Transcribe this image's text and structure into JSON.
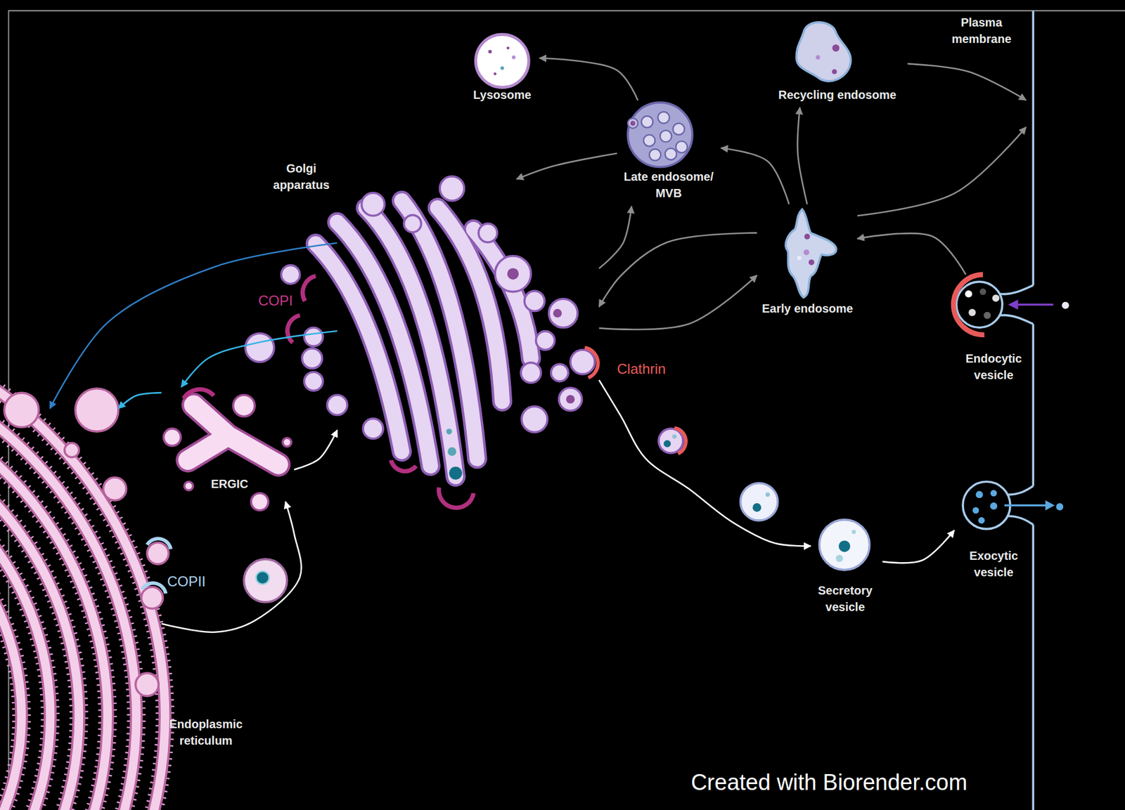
{
  "diagram": {
    "nodes": [
      {
        "text": [
          "Plasma membrane"
        ]
      },
      {
        "text": [
          "Lysosome"
        ]
      },
      {
        "text": [
          "Recycling endosome"
        ]
      },
      {
        "text": [
          "Golgi apparatus"
        ]
      },
      {
        "text": [
          "Late endosome/ MVB"
        ]
      },
      {
        "text": [
          "Early endosome"
        ]
      },
      {
        "text": [
          "Endocytic vesicle"
        ]
      },
      {
        "text": [
          "ERGIC"
        ]
      },
      {
        "text": [
          "Exocytic vesicle"
        ]
      },
      {
        "text": [
          "Secretory vesicle"
        ]
      },
      {
        "text": [
          "Endoplasmic reticulum"
        ]
      }
    ],
    "edges": [
      {
        "from": 4,
        "to": 1,
        "arrow": "to"
      },
      {
        "from": 4,
        "to": 3,
        "arrow": "to"
      },
      {
        "from": 3,
        "to": 4,
        "arrow": "to"
      },
      {
        "from": 5,
        "to": 4,
        "arrow": "to"
      },
      {
        "from": 5,
        "to": 2,
        "arrow": "to"
      },
      {
        "from": 2,
        "to": 0,
        "arrow": "to"
      },
      {
        "from": 5,
        "to": 0,
        "arrow": "to"
      },
      {
        "from": 6,
        "to": 5,
        "arrow": "to"
      },
      {
        "from": 5,
        "to": 3,
        "arrow": "to"
      },
      {
        "from": 3,
        "to": 5,
        "arrow": "to"
      },
      {
        "from": 3,
        "to": 10,
        "arrow": "to"
      },
      {
        "from": 3,
        "to": 7,
        "arrow": "to"
      },
      {
        "from": 7,
        "to": 10,
        "arrow": "to"
      },
      {
        "from": 10,
        "to": 7,
        "arrow": "to"
      },
      {
        "from": 7,
        "to": 3,
        "arrow": "to"
      },
      {
        "from": 3,
        "to": 9,
        "arrow": "to"
      },
      {
        "from": 9,
        "to": 8,
        "arrow": "to"
      }
    ],
    "labels": [
      "COPI",
      "Clathrin",
      "COPII",
      "Created with Biorender.com"
    ]
  }
}
